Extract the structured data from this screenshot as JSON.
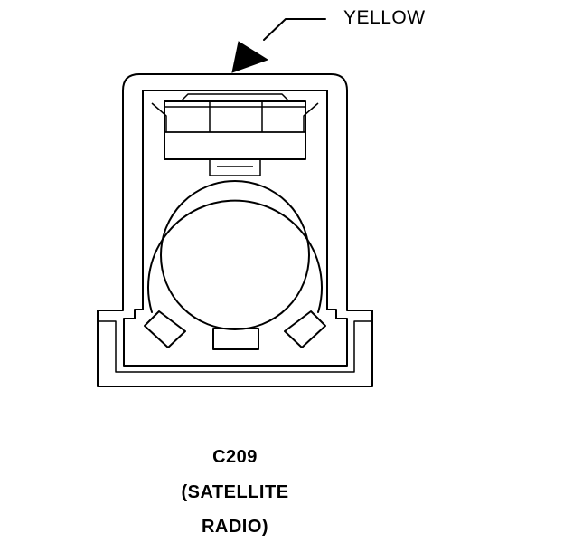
{
  "callout": {
    "color_label": "YELLOW"
  },
  "caption": {
    "connector_id": "C209",
    "line2": "(SATELLITE",
    "line3": "RADIO)"
  },
  "colors": {
    "ink": "#000000",
    "background": "#ffffff"
  }
}
